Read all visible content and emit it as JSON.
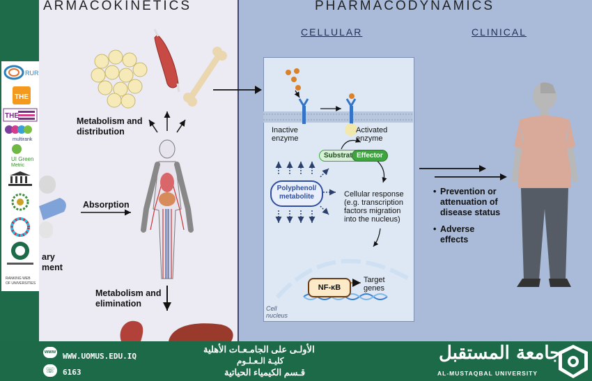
{
  "panels": {
    "left_title": "PHARMACOKINETICS",
    "left_title_visible": "ARMACOKINETICS",
    "right_title": "PHARMACODYNAMICS",
    "cellular_label": "CELLULAR",
    "clinical_label": "CLINICAL"
  },
  "pk": {
    "metabolism_distribution": [
      "Metabolism and",
      "distribution"
    ],
    "absorption": "Absorption",
    "metabolism_elimination": [
      "Metabolism and",
      "elimination"
    ],
    "dietary_partial": [
      "ary",
      "ment"
    ]
  },
  "cellular": {
    "inactive": [
      "Inactive",
      "enzyme"
    ],
    "activated": [
      "Activated",
      "enzyme"
    ],
    "substrate": "Substrate",
    "effector": "Effector",
    "polyphenol": [
      "Polyphenol/",
      "metabolite"
    ],
    "response": [
      "Cellular response",
      "(e.g. transcription",
      "factors migration",
      "into the nucleus)"
    ],
    "nfkb": "NF-κB",
    "target": [
      "Target",
      "genes"
    ],
    "nucleus": [
      "Cell",
      "nucleus"
    ]
  },
  "clinical": {
    "bullet1": [
      "Prevention or",
      "attenuation of",
      "disease status"
    ],
    "bullet2": [
      "Adverse",
      "effects"
    ]
  },
  "logos": [
    "RUR",
    "THE",
    "THE IMPACT RANKINGS",
    "multirank",
    "UI Green Metric",
    "ranking",
    "ranking",
    "SDG",
    "federation",
    "RANKING WEB OF UNIVERSITIES"
  ],
  "footer": {
    "website": "WWW.UOMUS.EDU.IQ",
    "phone": "6163",
    "arabic_line1": "الأولـى على الجامـعـات الأهلية",
    "arabic_line2": "كليـة الـعـلـوم",
    "arabic_line3": "قـسم الكيمياء الحياتية",
    "uni_arabic": "جامعة المستقبل",
    "uni_english": "AL-MUSTAQBAL UNIVERSITY"
  },
  "colors": {
    "green": "#1c6a47",
    "right_panel": "#a9bbd8",
    "left_panel": "#eceaf3",
    "substrate": "#d7f0d7",
    "effector": "#3fa33f"
  }
}
